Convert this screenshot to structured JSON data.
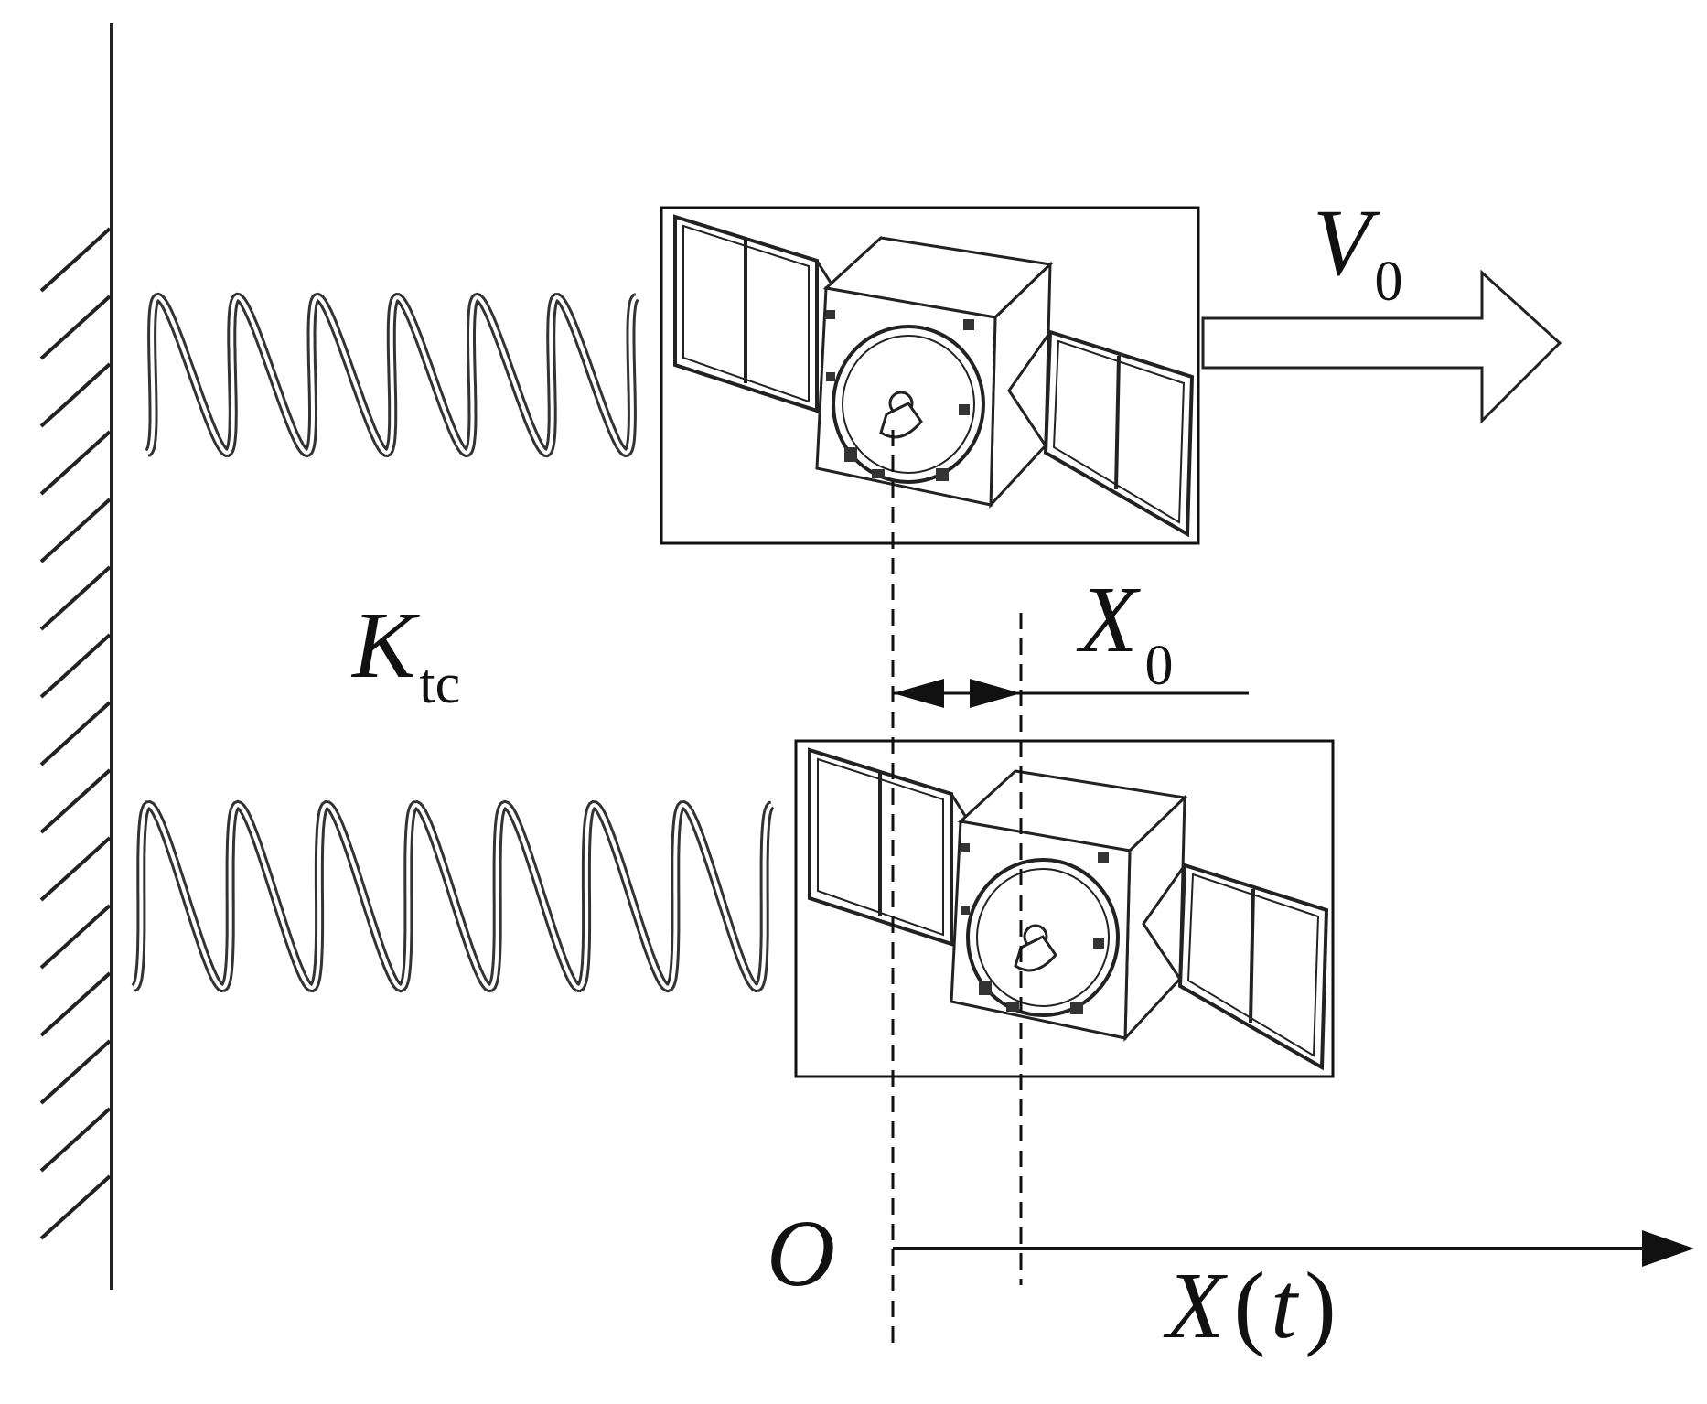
{
  "labels": {
    "velocity": {
      "symbol": "V",
      "subscript": "0"
    },
    "stiffness": {
      "symbol": "K",
      "subscript": "tc"
    },
    "displacement": {
      "symbol": "X",
      "subscript": "0"
    },
    "origin": "O",
    "axis": {
      "symbol": "X",
      "open": "(",
      "arg": "t",
      "close": ")"
    }
  },
  "colors": {
    "ink": "#111111",
    "background": "#ffffff"
  },
  "icons": {
    "spacecraft": "satellite-icon",
    "spring": "coil-spring-icon",
    "wall": "fixed-wall-icon",
    "arrow": "arrow-icon"
  }
}
